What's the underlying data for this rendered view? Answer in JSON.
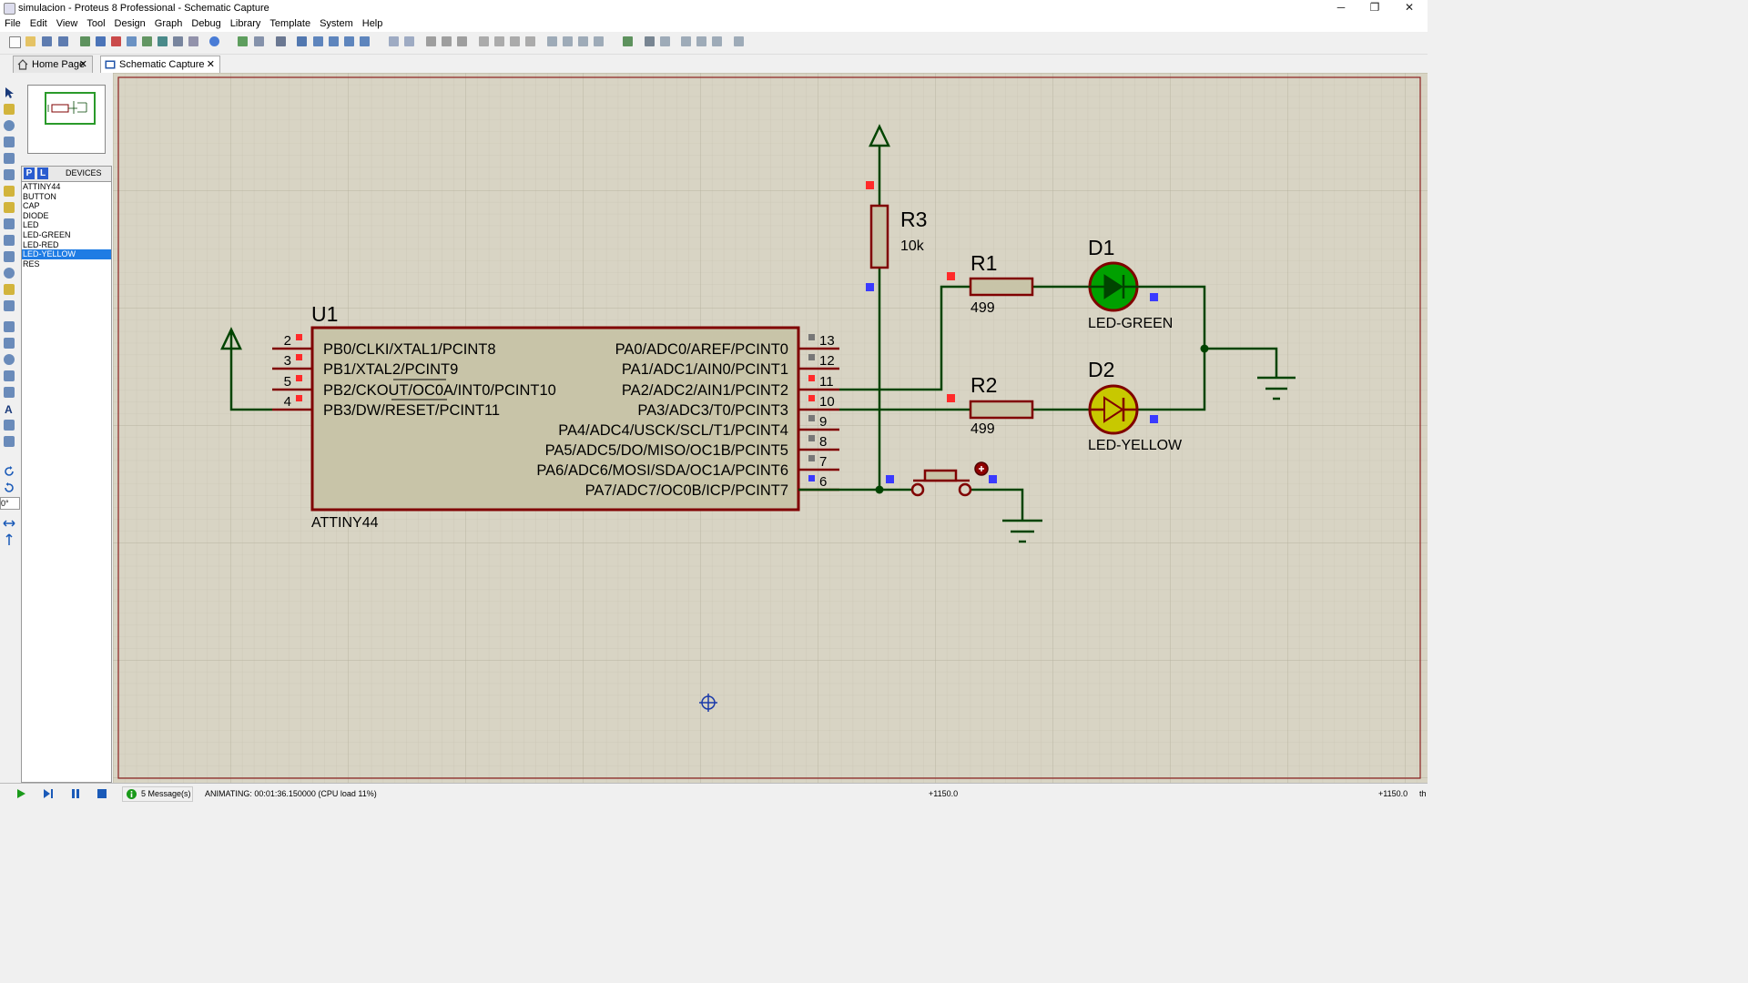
{
  "window": {
    "title": "simulacion - Proteus 8 Professional - Schematic Capture"
  },
  "menu": [
    "File",
    "Edit",
    "View",
    "Tool",
    "Design",
    "Graph",
    "Debug",
    "Library",
    "Template",
    "System",
    "Help"
  ],
  "tabs": [
    {
      "label": "Home Page",
      "close": "✕"
    },
    {
      "label": "Schematic Capture",
      "close": "✕"
    }
  ],
  "device_panel": {
    "p_label": "P",
    "l_label": "L",
    "title": "DEVICES",
    "items": [
      "ATTINY44",
      "BUTTON",
      "CAP",
      "DIODE",
      "LED",
      "LED-GREEN",
      "LED-RED",
      "LED-YELLOW",
      "RES"
    ],
    "selected": "LED-YELLOW"
  },
  "rotation": "0°",
  "schematic": {
    "u1": {
      "ref": "U1",
      "part": "ATTINY44",
      "left_pins": [
        {
          "num": "2",
          "label": "PB0/CLKI/XTAL1/PCINT8"
        },
        {
          "num": "3",
          "label": "PB1/XTAL2/PCINT9"
        },
        {
          "num": "5",
          "label": "PB2/CKOUT/OC0A/INT0/PCINT10"
        },
        {
          "num": "4",
          "label": "PB3/DW/RESET/PCINT11"
        }
      ],
      "right_pins": [
        {
          "num": "13",
          "label": "PA0/ADC0/AREF/PCINT0"
        },
        {
          "num": "12",
          "label": "PA1/ADC1/AIN0/PCINT1"
        },
        {
          "num": "11",
          "label": "PA2/ADC2/AIN1/PCINT2"
        },
        {
          "num": "10",
          "label": "PA3/ADC3/T0/PCINT3"
        },
        {
          "num": "9",
          "label": "PA4/ADC4/USCK/SCL/T1/PCINT4"
        },
        {
          "num": "8",
          "label": "PA5/ADC5/DO/MISO/OC1B/PCINT5"
        },
        {
          "num": "7",
          "label": "PA6/ADC6/MOSI/SDA/OC1A/PCINT6"
        },
        {
          "num": "6",
          "label": "PA7/ADC7/OC0B/ICP/PCINT7"
        }
      ]
    },
    "r1": {
      "ref": "R1",
      "value": "499"
    },
    "r2": {
      "ref": "R2",
      "value": "499"
    },
    "r3": {
      "ref": "R3",
      "value": "10k"
    },
    "d1": {
      "ref": "D1",
      "part": "LED-GREEN"
    },
    "d2": {
      "ref": "D2",
      "part": "LED-YELLOW"
    }
  },
  "status": {
    "messages": "5 Message(s)",
    "animating": "ANIMATING: 00:01:36.150000 (CPU load 11%)",
    "coord_x": "+1150.0",
    "coord_y": "+1150.0",
    "unit": "th"
  },
  "colors": {
    "wire": "#004400",
    "component": "#800000",
    "body": "#c8c4a8",
    "grid_bg": "#d8d4c4",
    "selection": "#1f7ce4",
    "led_green": "#00a000",
    "led_yellow": "#c8c800"
  }
}
